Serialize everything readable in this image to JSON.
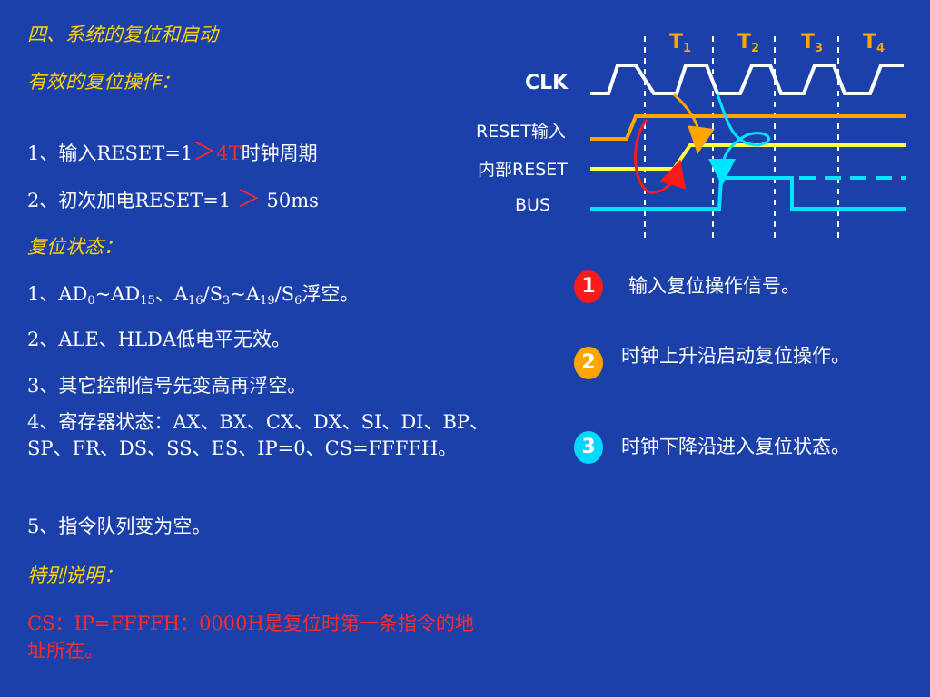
{
  "left": {
    "title": "四、系统的复位和启动",
    "subtitle": "有效的复位操作：",
    "op1_prefix": "1、输入RESET=1",
    "op1_gt": "＞",
    "op1_4t": "4T",
    "op1_suffix": "时钟周期",
    "op2_prefix": "2、初次加电RESET=1 ",
    "op2_gt": "＞",
    "op2_suffix": " 50ms",
    "state_heading": "复位状态：",
    "state1": {
      "p1": "1、AD",
      "s1": "0",
      "p2": "~AD",
      "s2": "15",
      "p3": "、A",
      "s3": "16",
      "p4": "/S",
      "s4": "3",
      "p5": "~A",
      "s5": "19",
      "p6": "/S",
      "s6": "6",
      "p7": "浮空。"
    },
    "state2": "2、ALE、HLDA低电平无效。",
    "state3": "3、其它控制信号先变高再浮空。",
    "state4": "4、寄存器状态：AX、BX、CX、DX、SI、DI、BP、SP、FR、DS、SS、ES、IP=0、CS=FFFFH。",
    "state5": "5、指令队列变为空。",
    "special_heading": "特别说明：",
    "special_text": "CS：IP=FFFFH：0000H是复位时第一条指令的地址所在。"
  },
  "diagram": {
    "t_labels": [
      {
        "base": "T",
        "sub": "1"
      },
      {
        "base": "T",
        "sub": "2"
      },
      {
        "base": "T",
        "sub": "3"
      },
      {
        "base": "T",
        "sub": "4"
      }
    ],
    "signals": {
      "clk": "CLK",
      "reset_in": "RESET输入",
      "reset_int": "内部RESET",
      "bus": "BUS"
    },
    "colors": {
      "clk": "#ffffff",
      "reset_in": "#ffa500",
      "reset_int": "#ffff40",
      "bus": "#00e5ff",
      "arrow_red": "#ff1a1a",
      "arrow_orange": "#ffa500",
      "arrow_cyan": "#00e5ff",
      "guide": "#ffffff"
    }
  },
  "notes": [
    {
      "num": "1",
      "color": "#ff1a1a",
      "text": "输入复位操作信号。"
    },
    {
      "num": "2",
      "color": "#ffa500",
      "text": "时钟上升沿启动复位操作。"
    },
    {
      "num": "3",
      "color": "#00d8ff",
      "text": "时钟下降沿进入复位状态。"
    }
  ]
}
